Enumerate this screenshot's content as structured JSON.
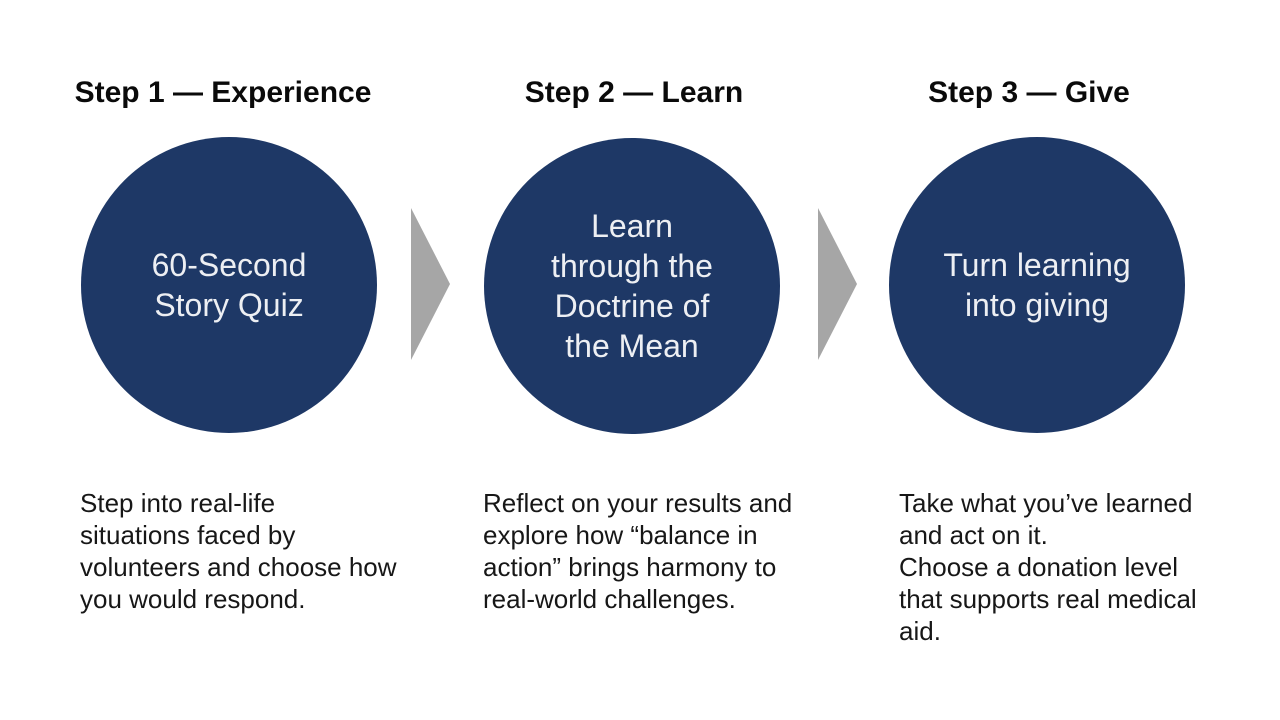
{
  "colors": {
    "background": "#ffffff",
    "circle_fill": "#1e3866",
    "circle_text": "#edeff3",
    "arrow": "#a6a6a6",
    "title_text": "#0a0a0a",
    "body_text": "#171717"
  },
  "steps": [
    {
      "title": "Step 1 — Experience",
      "circle_lines": [
        "60-Second",
        "Story Quiz"
      ],
      "description_lines": [
        "Step into real-life",
        "situations faced by",
        "volunteers and choose how",
        "you would respond."
      ]
    },
    {
      "title": "Step 2 — Learn",
      "circle_lines": [
        "Learn",
        "through the",
        "Doctrine of",
        "the Mean"
      ],
      "description_lines": [
        "Reflect on your results and",
        "explore how “balance in",
        "action” brings harmony to",
        "real-world challenges."
      ]
    },
    {
      "title": "Step 3 — Give",
      "circle_lines": [
        "Turn learning",
        "into giving"
      ],
      "description_lines": [
        "Take what you’ve learned",
        "and act on it.",
        "Choose a donation level",
        "that supports real medical",
        "aid."
      ]
    }
  ]
}
